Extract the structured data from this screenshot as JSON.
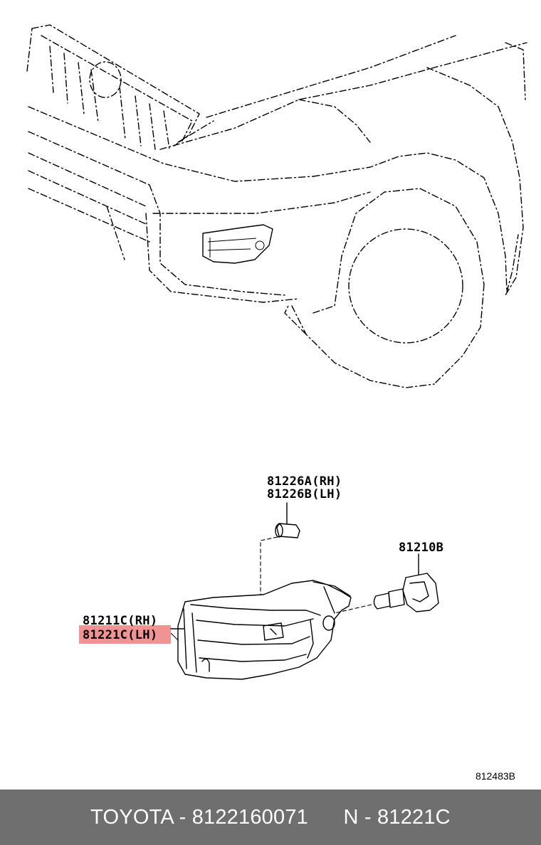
{
  "diagram": {
    "labels": {
      "bulb_socket_rh": "81226A(RH)",
      "bulb_socket_lh": "81226B(LH)",
      "bulb": "81210B",
      "lamp_rh": "81211C(RH)",
      "lamp_lh": "81221C(LH)"
    },
    "reference_code": "812483B",
    "highlight_color": "#f08080"
  },
  "footer": {
    "text": "TOYOTA - 8122160071      N - 81221C",
    "background": "#6f6f6f",
    "text_color": "#ffffff"
  }
}
